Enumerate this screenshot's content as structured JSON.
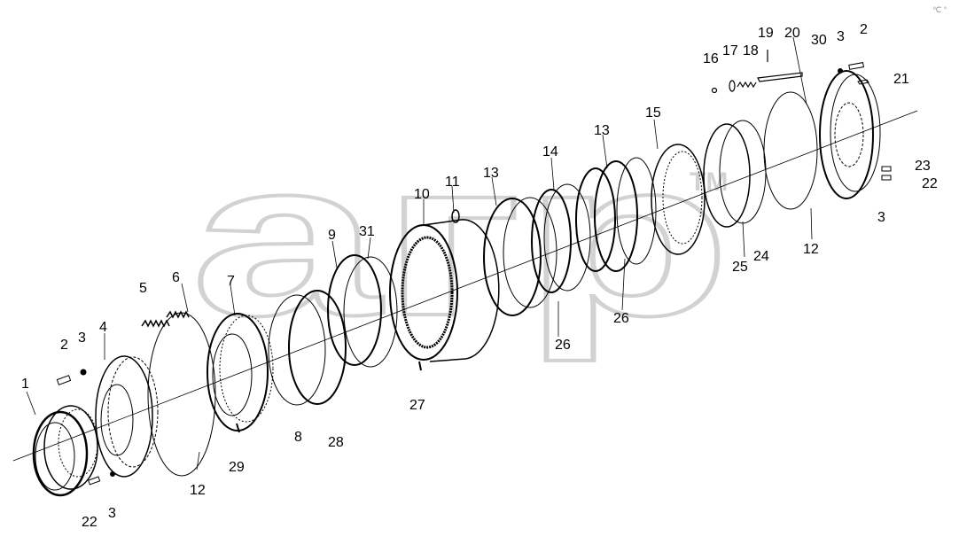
{
  "watermark": {
    "text": "агр",
    "tm": "TM",
    "color": "#d6d6d6"
  },
  "corner_mark": "℃ °",
  "callouts": [
    {
      "id": "c1",
      "text": "1"
    },
    {
      "id": "c2a",
      "text": "2"
    },
    {
      "id": "c3a",
      "text": "3"
    },
    {
      "id": "c4",
      "text": "4"
    },
    {
      "id": "c5",
      "text": "5"
    },
    {
      "id": "c6",
      "text": "6"
    },
    {
      "id": "c7",
      "text": "7"
    },
    {
      "id": "c8",
      "text": "8"
    },
    {
      "id": "c9",
      "text": "9"
    },
    {
      "id": "c31",
      "text": "31"
    },
    {
      "id": "c10",
      "text": "10"
    },
    {
      "id": "c11",
      "text": "11"
    },
    {
      "id": "c13a",
      "text": "13"
    },
    {
      "id": "c14",
      "text": "14"
    },
    {
      "id": "c13b",
      "text": "13"
    },
    {
      "id": "c15",
      "text": "15"
    },
    {
      "id": "c16",
      "text": "16"
    },
    {
      "id": "c17",
      "text": "17"
    },
    {
      "id": "c18",
      "text": "18"
    },
    {
      "id": "c19",
      "text": "19"
    },
    {
      "id": "c20",
      "text": "20"
    },
    {
      "id": "c30",
      "text": "30"
    },
    {
      "id": "c3b",
      "text": "3"
    },
    {
      "id": "c2b",
      "text": "2"
    },
    {
      "id": "c21",
      "text": "21"
    },
    {
      "id": "c23",
      "text": "23"
    },
    {
      "id": "c22a",
      "text": "22"
    },
    {
      "id": "c3c",
      "text": "3"
    },
    {
      "id": "c12a",
      "text": "12"
    },
    {
      "id": "c24",
      "text": "24"
    },
    {
      "id": "c25",
      "text": "25"
    },
    {
      "id": "c26a",
      "text": "26"
    },
    {
      "id": "c26b",
      "text": "26"
    },
    {
      "id": "c27",
      "text": "27"
    },
    {
      "id": "c28",
      "text": "28"
    },
    {
      "id": "c29",
      "text": "29"
    },
    {
      "id": "c12b",
      "text": "12"
    },
    {
      "id": "c22b",
      "text": "22"
    },
    {
      "id": "c3d",
      "text": "3"
    }
  ]
}
